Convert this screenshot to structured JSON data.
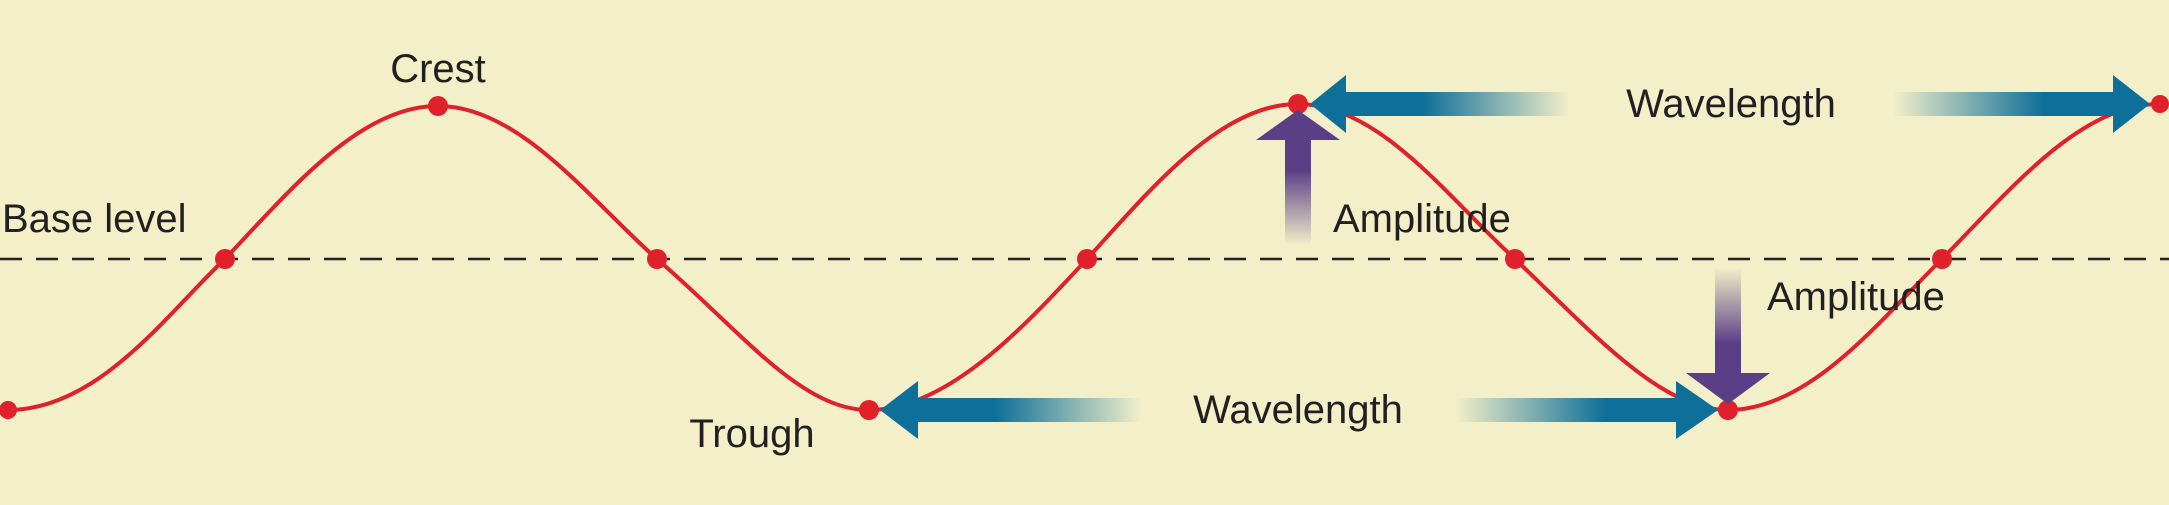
{
  "colors": {
    "background": "#f2efc9",
    "wave": "#e0212b",
    "point": "#e0212b",
    "base_line": "#231f20",
    "wavelength_arrow": "#0e6f99",
    "amplitude_arrow": "#5b3f86"
  },
  "labels": {
    "crest": "Crest",
    "trough": "Trough",
    "base_level": "Base level",
    "wavelength_top": "Wavelength",
    "wavelength_bottom": "Wavelength",
    "amplitude_up": "Amplitude",
    "amplitude_down": "Amplitude"
  }
}
